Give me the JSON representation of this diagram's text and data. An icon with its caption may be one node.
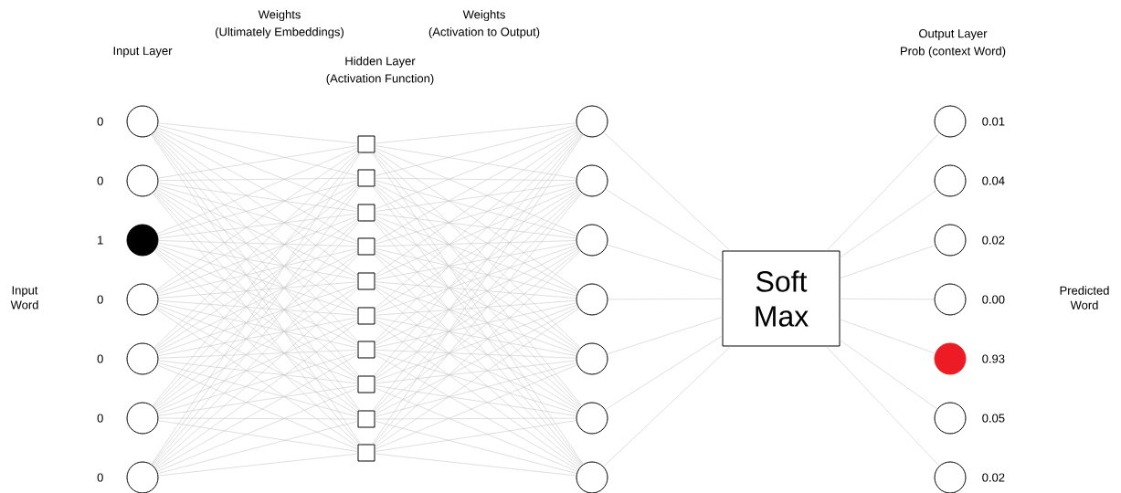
{
  "diagram": {
    "nodes": [
      {
        "text": [],
        "shape": "circle",
        "beside": [
          "0"
        ]
      },
      {
        "text": [],
        "shape": "circle",
        "beside": [
          "0"
        ]
      },
      {
        "text": [],
        "shape": "circle",
        "beside": [
          "1"
        ]
      },
      {
        "text": [],
        "shape": "circle",
        "beside": [
          "0"
        ]
      },
      {
        "text": [],
        "shape": "circle",
        "beside": [
          "0"
        ]
      },
      {
        "text": [],
        "shape": "circle",
        "beside": [
          "0"
        ]
      },
      {
        "text": [],
        "shape": "circle",
        "beside": [
          "0"
        ]
      },
      {
        "text": [],
        "shape": "box"
      },
      {
        "text": [],
        "shape": "box"
      },
      {
        "text": [],
        "shape": "box"
      },
      {
        "text": [],
        "shape": "box"
      },
      {
        "text": [],
        "shape": "box"
      },
      {
        "text": [],
        "shape": "box"
      },
      {
        "text": [],
        "shape": "box"
      },
      {
        "text": [],
        "shape": "box"
      },
      {
        "text": [],
        "shape": "box"
      },
      {
        "text": [],
        "shape": "box"
      },
      {
        "text": [],
        "shape": "circle"
      },
      {
        "text": [],
        "shape": "circle"
      },
      {
        "text": [],
        "shape": "circle"
      },
      {
        "text": [],
        "shape": "circle"
      },
      {
        "text": [],
        "shape": "circle"
      },
      {
        "text": [],
        "shape": "circle"
      },
      {
        "text": [],
        "shape": "circle"
      },
      {
        "text": [
          "Soft Max"
        ]
      },
      {
        "text": [],
        "shape": "circle",
        "beside": [
          "0.01"
        ]
      },
      {
        "text": [],
        "shape": "circle",
        "beside": [
          "0.04"
        ]
      },
      {
        "text": [],
        "shape": "circle",
        "beside": [
          "0.02"
        ]
      },
      {
        "text": [],
        "shape": "circle",
        "beside": [
          "0.00"
        ]
      },
      {
        "text": [],
        "shape": "circle",
        "beside": [
          "0.93"
        ]
      },
      {
        "text": [],
        "shape": "circle",
        "beside": [
          "0.05"
        ]
      },
      {
        "text": [],
        "shape": "circle",
        "beside": [
          "0.02"
        ]
      }
    ],
    "edges": [
      {
        "from": 0,
        "to": 7,
        "arrow": "none"
      },
      {
        "from": 0,
        "to": 8,
        "arrow": "none"
      },
      {
        "from": 0,
        "to": 9,
        "arrow": "none"
      },
      {
        "from": 0,
        "to": 10,
        "arrow": "none"
      },
      {
        "from": 0,
        "to": 11,
        "arrow": "none"
      },
      {
        "from": 0,
        "to": 12,
        "arrow": "none"
      },
      {
        "from": 0,
        "to": 13,
        "arrow": "none"
      },
      {
        "from": 0,
        "to": 14,
        "arrow": "none"
      },
      {
        "from": 0,
        "to": 15,
        "arrow": "none"
      },
      {
        "from": 0,
        "to": 16,
        "arrow": "none"
      },
      {
        "from": 1,
        "to": 7,
        "arrow": "none"
      },
      {
        "from": 1,
        "to": 8,
        "arrow": "none"
      },
      {
        "from": 1,
        "to": 9,
        "arrow": "none"
      },
      {
        "from": 1,
        "to": 10,
        "arrow": "none"
      },
      {
        "from": 1,
        "to": 11,
        "arrow": "none"
      },
      {
        "from": 1,
        "to": 12,
        "arrow": "none"
      },
      {
        "from": 1,
        "to": 13,
        "arrow": "none"
      },
      {
        "from": 1,
        "to": 14,
        "arrow": "none"
      },
      {
        "from": 1,
        "to": 15,
        "arrow": "none"
      },
      {
        "from": 1,
        "to": 16,
        "arrow": "none"
      },
      {
        "from": 2,
        "to": 7,
        "arrow": "none"
      },
      {
        "from": 2,
        "to": 8,
        "arrow": "none"
      },
      {
        "from": 2,
        "to": 9,
        "arrow": "none"
      },
      {
        "from": 2,
        "to": 10,
        "arrow": "none"
      },
      {
        "from": 2,
        "to": 11,
        "arrow": "none"
      },
      {
        "from": 2,
        "to": 12,
        "arrow": "none"
      },
      {
        "from": 2,
        "to": 13,
        "arrow": "none"
      },
      {
        "from": 2,
        "to": 14,
        "arrow": "none"
      },
      {
        "from": 2,
        "to": 15,
        "arrow": "none"
      },
      {
        "from": 2,
        "to": 16,
        "arrow": "none"
      },
      {
        "from": 3,
        "to": 7,
        "arrow": "none"
      },
      {
        "from": 3,
        "to": 8,
        "arrow": "none"
      },
      {
        "from": 3,
        "to": 9,
        "arrow": "none"
      },
      {
        "from": 3,
        "to": 10,
        "arrow": "none"
      },
      {
        "from": 3,
        "to": 11,
        "arrow": "none"
      },
      {
        "from": 3,
        "to": 12,
        "arrow": "none"
      },
      {
        "from": 3,
        "to": 13,
        "arrow": "none"
      },
      {
        "from": 3,
        "to": 14,
        "arrow": "none"
      },
      {
        "from": 3,
        "to": 15,
        "arrow": "none"
      },
      {
        "from": 3,
        "to": 16,
        "arrow": "none"
      },
      {
        "from": 4,
        "to": 7,
        "arrow": "none"
      },
      {
        "from": 4,
        "to": 8,
        "arrow": "none"
      },
      {
        "from": 4,
        "to": 9,
        "arrow": "none"
      },
      {
        "from": 4,
        "to": 10,
        "arrow": "none"
      },
      {
        "from": 4,
        "to": 11,
        "arrow": "none"
      },
      {
        "from": 4,
        "to": 12,
        "arrow": "none"
      },
      {
        "from": 4,
        "to": 13,
        "arrow": "none"
      },
      {
        "from": 4,
        "to": 14,
        "arrow": "none"
      },
      {
        "from": 4,
        "to": 15,
        "arrow": "none"
      },
      {
        "from": 4,
        "to": 16,
        "arrow": "none"
      },
      {
        "from": 5,
        "to": 7,
        "arrow": "none"
      },
      {
        "from": 5,
        "to": 8,
        "arrow": "none"
      },
      {
        "from": 5,
        "to": 9,
        "arrow": "none"
      },
      {
        "from": 5,
        "to": 10,
        "arrow": "none"
      },
      {
        "from": 5,
        "to": 11,
        "arrow": "none"
      },
      {
        "from": 5,
        "to": 12,
        "arrow": "none"
      },
      {
        "from": 5,
        "to": 13,
        "arrow": "none"
      },
      {
        "from": 5,
        "to": 14,
        "arrow": "none"
      },
      {
        "from": 5,
        "to": 15,
        "arrow": "none"
      },
      {
        "from": 5,
        "to": 16,
        "arrow": "none"
      },
      {
        "from": 6,
        "to": 7,
        "arrow": "none"
      },
      {
        "from": 6,
        "to": 8,
        "arrow": "none"
      },
      {
        "from": 6,
        "to": 9,
        "arrow": "none"
      },
      {
        "from": 6,
        "to": 10,
        "arrow": "none"
      },
      {
        "from": 6,
        "to": 11,
        "arrow": "none"
      },
      {
        "from": 6,
        "to": 12,
        "arrow": "none"
      },
      {
        "from": 6,
        "to": 13,
        "arrow": "none"
      },
      {
        "from": 6,
        "to": 14,
        "arrow": "none"
      },
      {
        "from": 6,
        "to": 15,
        "arrow": "none"
      },
      {
        "from": 6,
        "to": 16,
        "arrow": "none"
      },
      {
        "from": 7,
        "to": 17,
        "arrow": "none"
      },
      {
        "from": 7,
        "to": 18,
        "arrow": "none"
      },
      {
        "from": 7,
        "to": 19,
        "arrow": "none"
      },
      {
        "from": 7,
        "to": 20,
        "arrow": "none"
      },
      {
        "from": 7,
        "to": 21,
        "arrow": "none"
      },
      {
        "from": 7,
        "to": 22,
        "arrow": "none"
      },
      {
        "from": 7,
        "to": 23,
        "arrow": "none"
      },
      {
        "from": 8,
        "to": 17,
        "arrow": "none"
      },
      {
        "from": 8,
        "to": 18,
        "arrow": "none"
      },
      {
        "from": 8,
        "to": 19,
        "arrow": "none"
      },
      {
        "from": 8,
        "to": 20,
        "arrow": "none"
      },
      {
        "from": 8,
        "to": 21,
        "arrow": "none"
      },
      {
        "from": 8,
        "to": 22,
        "arrow": "none"
      },
      {
        "from": 8,
        "to": 23,
        "arrow": "none"
      },
      {
        "from": 9,
        "to": 17,
        "arrow": "none"
      },
      {
        "from": 9,
        "to": 18,
        "arrow": "none"
      },
      {
        "from": 9,
        "to": 19,
        "arrow": "none"
      },
      {
        "from": 9,
        "to": 20,
        "arrow": "none"
      },
      {
        "from": 9,
        "to": 21,
        "arrow": "none"
      },
      {
        "from": 9,
        "to": 22,
        "arrow": "none"
      },
      {
        "from": 9,
        "to": 23,
        "arrow": "none"
      },
      {
        "from": 10,
        "to": 17,
        "arrow": "none"
      },
      {
        "from": 10,
        "to": 18,
        "arrow": "none"
      },
      {
        "from": 10,
        "to": 19,
        "arrow": "none"
      },
      {
        "from": 10,
        "to": 20,
        "arrow": "none"
      },
      {
        "from": 10,
        "to": 21,
        "arrow": "none"
      },
      {
        "from": 10,
        "to": 22,
        "arrow": "none"
      },
      {
        "from": 10,
        "to": 23,
        "arrow": "none"
      },
      {
        "from": 11,
        "to": 17,
        "arrow": "none"
      },
      {
        "from": 11,
        "to": 18,
        "arrow": "none"
      },
      {
        "from": 11,
        "to": 19,
        "arrow": "none"
      },
      {
        "from": 11,
        "to": 20,
        "arrow": "none"
      },
      {
        "from": 11,
        "to": 21,
        "arrow": "none"
      },
      {
        "from": 11,
        "to": 22,
        "arrow": "none"
      },
      {
        "from": 11,
        "to": 23,
        "arrow": "none"
      },
      {
        "from": 12,
        "to": 17,
        "arrow": "none"
      },
      {
        "from": 12,
        "to": 18,
        "arrow": "none"
      },
      {
        "from": 12,
        "to": 19,
        "arrow": "none"
      },
      {
        "from": 12,
        "to": 20,
        "arrow": "none"
      },
      {
        "from": 12,
        "to": 21,
        "arrow": "none"
      },
      {
        "from": 12,
        "to": 22,
        "arrow": "none"
      },
      {
        "from": 12,
        "to": 23,
        "arrow": "none"
      },
      {
        "from": 13,
        "to": 17,
        "arrow": "none"
      },
      {
        "from": 13,
        "to": 18,
        "arrow": "none"
      },
      {
        "from": 13,
        "to": 19,
        "arrow": "none"
      },
      {
        "from": 13,
        "to": 20,
        "arrow": "none"
      },
      {
        "from": 13,
        "to": 21,
        "arrow": "none"
      },
      {
        "from": 13,
        "to": 22,
        "arrow": "none"
      },
      {
        "from": 13,
        "to": 23,
        "arrow": "none"
      },
      {
        "from": 14,
        "to": 17,
        "arrow": "none"
      },
      {
        "from": 14,
        "to": 18,
        "arrow": "none"
      },
      {
        "from": 14,
        "to": 19,
        "arrow": "none"
      },
      {
        "from": 14,
        "to": 20,
        "arrow": "none"
      },
      {
        "from": 14,
        "to": 21,
        "arrow": "none"
      },
      {
        "from": 14,
        "to": 22,
        "arrow": "none"
      },
      {
        "from": 14,
        "to": 23,
        "arrow": "none"
      },
      {
        "from": 15,
        "to": 17,
        "arrow": "none"
      },
      {
        "from": 15,
        "to": 18,
        "arrow": "none"
      },
      {
        "from": 15,
        "to": 19,
        "arrow": "none"
      },
      {
        "from": 15,
        "to": 20,
        "arrow": "none"
      },
      {
        "from": 15,
        "to": 21,
        "arrow": "none"
      },
      {
        "from": 15,
        "to": 22,
        "arrow": "none"
      },
      {
        "from": 15,
        "to": 23,
        "arrow": "none"
      },
      {
        "from": 16,
        "to": 17,
        "arrow": "none"
      },
      {
        "from": 16,
        "to": 18,
        "arrow": "none"
      },
      {
        "from": 16,
        "to": 19,
        "arrow": "none"
      },
      {
        "from": 16,
        "to": 20,
        "arrow": "none"
      },
      {
        "from": 16,
        "to": 21,
        "arrow": "none"
      },
      {
        "from": 16,
        "to": 22,
        "arrow": "none"
      },
      {
        "from": 16,
        "to": 23,
        "arrow": "none"
      },
      {
        "from": 17,
        "to": 24,
        "arrow": "none"
      },
      {
        "from": 18,
        "to": 24,
        "arrow": "none"
      },
      {
        "from": 19,
        "to": 24,
        "arrow": "none"
      },
      {
        "from": 20,
        "to": 24,
        "arrow": "none"
      },
      {
        "from": 21,
        "to": 24,
        "arrow": "none"
      },
      {
        "from": 22,
        "to": 24,
        "arrow": "none"
      },
      {
        "from": 23,
        "to": 24,
        "arrow": "none"
      },
      {
        "from": 24,
        "to": 25,
        "arrow": "none"
      },
      {
        "from": 24,
        "to": 26,
        "arrow": "none"
      },
      {
        "from": 24,
        "to": 27,
        "arrow": "none"
      },
      {
        "from": 24,
        "to": 28,
        "arrow": "none"
      },
      {
        "from": 24,
        "to": 29,
        "arrow": "none"
      },
      {
        "from": 24,
        "to": 30,
        "arrow": "none"
      },
      {
        "from": 24,
        "to": 31,
        "arrow": "none"
      }
    ],
    "labels": [
      "Weights",
      "Weights",
      "(Ultimately Embeddings)",
      "(Activation to Output)",
      "Output Layer",
      "Input Layer",
      "Prob (context Word)",
      "Hidden Layer",
      "(Activation Function)",
      "Input Word",
      "Predicted Word"
    ]
  }
}
